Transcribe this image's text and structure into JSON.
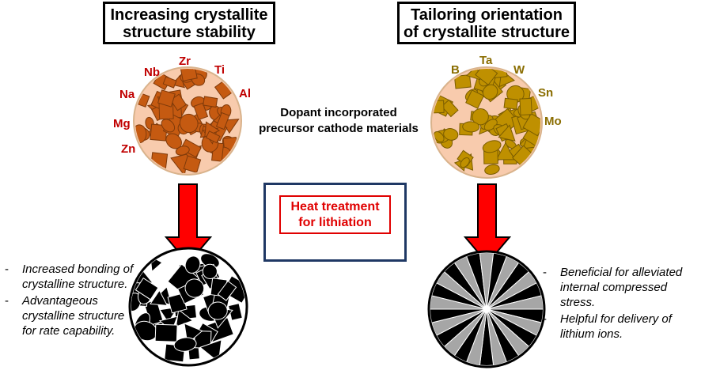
{
  "left_title": [
    "Increasing crystallite",
    "structure stability"
  ],
  "right_title": [
    "Tailoring orientation",
    "of crystallite structure"
  ],
  "left_dopants": [
    "Nb",
    "Zr",
    "Ti",
    "Na",
    "Al",
    "Mg",
    "Zn"
  ],
  "right_dopants": [
    "B",
    "Ta",
    "W",
    "Sn",
    "Mo"
  ],
  "center_caption": [
    "Dopant incorporated",
    "precursor cathode materials"
  ],
  "heat_label": [
    "Heat treatment",
    "for lithiation"
  ],
  "left_notes": [
    [
      "Increased bonding of",
      "crystalline structure."
    ],
    [
      "Advantageous",
      "crystalline structure",
      "for rate capability."
    ]
  ],
  "right_notes": [
    [
      "Beneficial for alleviated",
      "internal compressed stress."
    ],
    [
      "Helpful for delivery of",
      "lithium ions."
    ]
  ],
  "note_bullet": "-",
  "colors": {
    "left_dopant_text": "#c00000",
    "right_dopant_text": "#8a6d00",
    "left_particle": "#c55a11",
    "right_particle": "#bf9000",
    "particle_bg": "#f8cbad",
    "arrow": "#ff0000",
    "heat_box_border": "#1f3864",
    "flame_outer": "#ff0000",
    "flame_inner": "#ffc000"
  }
}
